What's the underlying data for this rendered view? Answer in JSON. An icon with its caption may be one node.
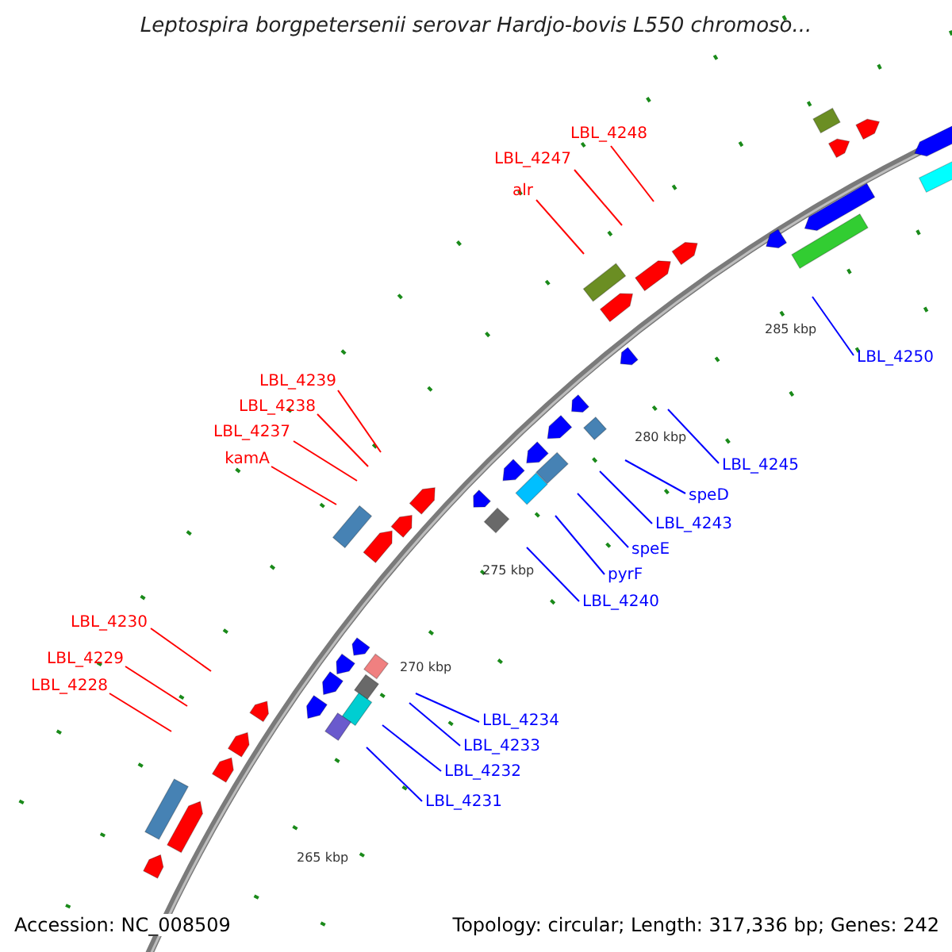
{
  "diagram": {
    "title": "Leptospira borgpetersenii serovar Hardjo-bovis L550 chromoso...",
    "nodes": [
      {
        "text": [
          "LBL_4248"
        ]
      },
      {
        "text": [
          "LBL_4247"
        ]
      },
      {
        "text": [
          "alr"
        ]
      },
      {
        "text": [
          "LBL_4250"
        ]
      },
      {
        "text": [
          "LBL_4239"
        ]
      },
      {
        "text": [
          "LBL_4238"
        ]
      },
      {
        "text": [
          "LBL_4237"
        ]
      },
      {
        "text": [
          "kamA"
        ]
      },
      {
        "text": [
          "LBL_4245"
        ]
      },
      {
        "text": [
          "speD"
        ]
      },
      {
        "text": [
          "LBL_4243"
        ]
      },
      {
        "text": [
          "speE"
        ]
      },
      {
        "text": [
          "pyrF"
        ]
      },
      {
        "text": [
          "LBL_4240"
        ]
      },
      {
        "text": [
          "LBL_4230"
        ]
      },
      {
        "text": [
          "LBL_4229"
        ]
      },
      {
        "text": [
          "LBL_4228"
        ]
      },
      {
        "text": [
          "LBL_4234"
        ]
      },
      {
        "text": [
          "LBL_4233"
        ]
      },
      {
        "text": [
          "LBL_4232"
        ]
      },
      {
        "text": [
          "LBL_4231"
        ]
      }
    ],
    "edges": [
      {
        "from": 0,
        "to": null,
        "arrow": "none",
        "color": "#ff0000"
      },
      {
        "from": 1,
        "to": null,
        "arrow": "none",
        "color": "#ff0000"
      },
      {
        "from": 2,
        "to": null,
        "arrow": "none",
        "color": "#ff0000"
      },
      {
        "from": 3,
        "to": null,
        "arrow": "none"
      },
      {
        "from": 4,
        "to": null,
        "arrow": "none",
        "color": "#ff0000"
      },
      {
        "from": 5,
        "to": null,
        "arrow": "none",
        "color": "#ff0000"
      },
      {
        "from": 6,
        "to": null,
        "arrow": "none",
        "color": "#ff0000"
      },
      {
        "from": 7,
        "to": null,
        "arrow": "none",
        "color": "#ff0000"
      },
      {
        "from": 8,
        "to": null,
        "arrow": "none"
      },
      {
        "from": 9,
        "to": null,
        "arrow": "none"
      },
      {
        "from": 10,
        "to": null,
        "arrow": "none"
      },
      {
        "from": 11,
        "to": null,
        "arrow": "none"
      },
      {
        "from": 12,
        "to": null,
        "arrow": "none"
      },
      {
        "from": 13,
        "to": null,
        "arrow": "none"
      },
      {
        "from": 14,
        "to": null,
        "arrow": "none",
        "color": "#ff0000"
      },
      {
        "from": 15,
        "to": null,
        "arrow": "none",
        "color": "#ff0000"
      },
      {
        "from": 16,
        "to": null,
        "arrow": "none",
        "color": "#ff0000"
      },
      {
        "from": 17,
        "to": null,
        "arrow": "none"
      },
      {
        "from": 18,
        "to": null,
        "arrow": "none"
      },
      {
        "from": 19,
        "to": null,
        "arrow": "none"
      },
      {
        "from": 20,
        "to": null,
        "arrow": "none"
      }
    ],
    "labels": [
      "285 kbp",
      "280 kbp",
      "275 kbp",
      "270 kbp",
      "265 kbp",
      "Accession: NC_008509",
      "Topology: circular; Length: 317,336 bp; Genes: 242"
    ]
  }
}
